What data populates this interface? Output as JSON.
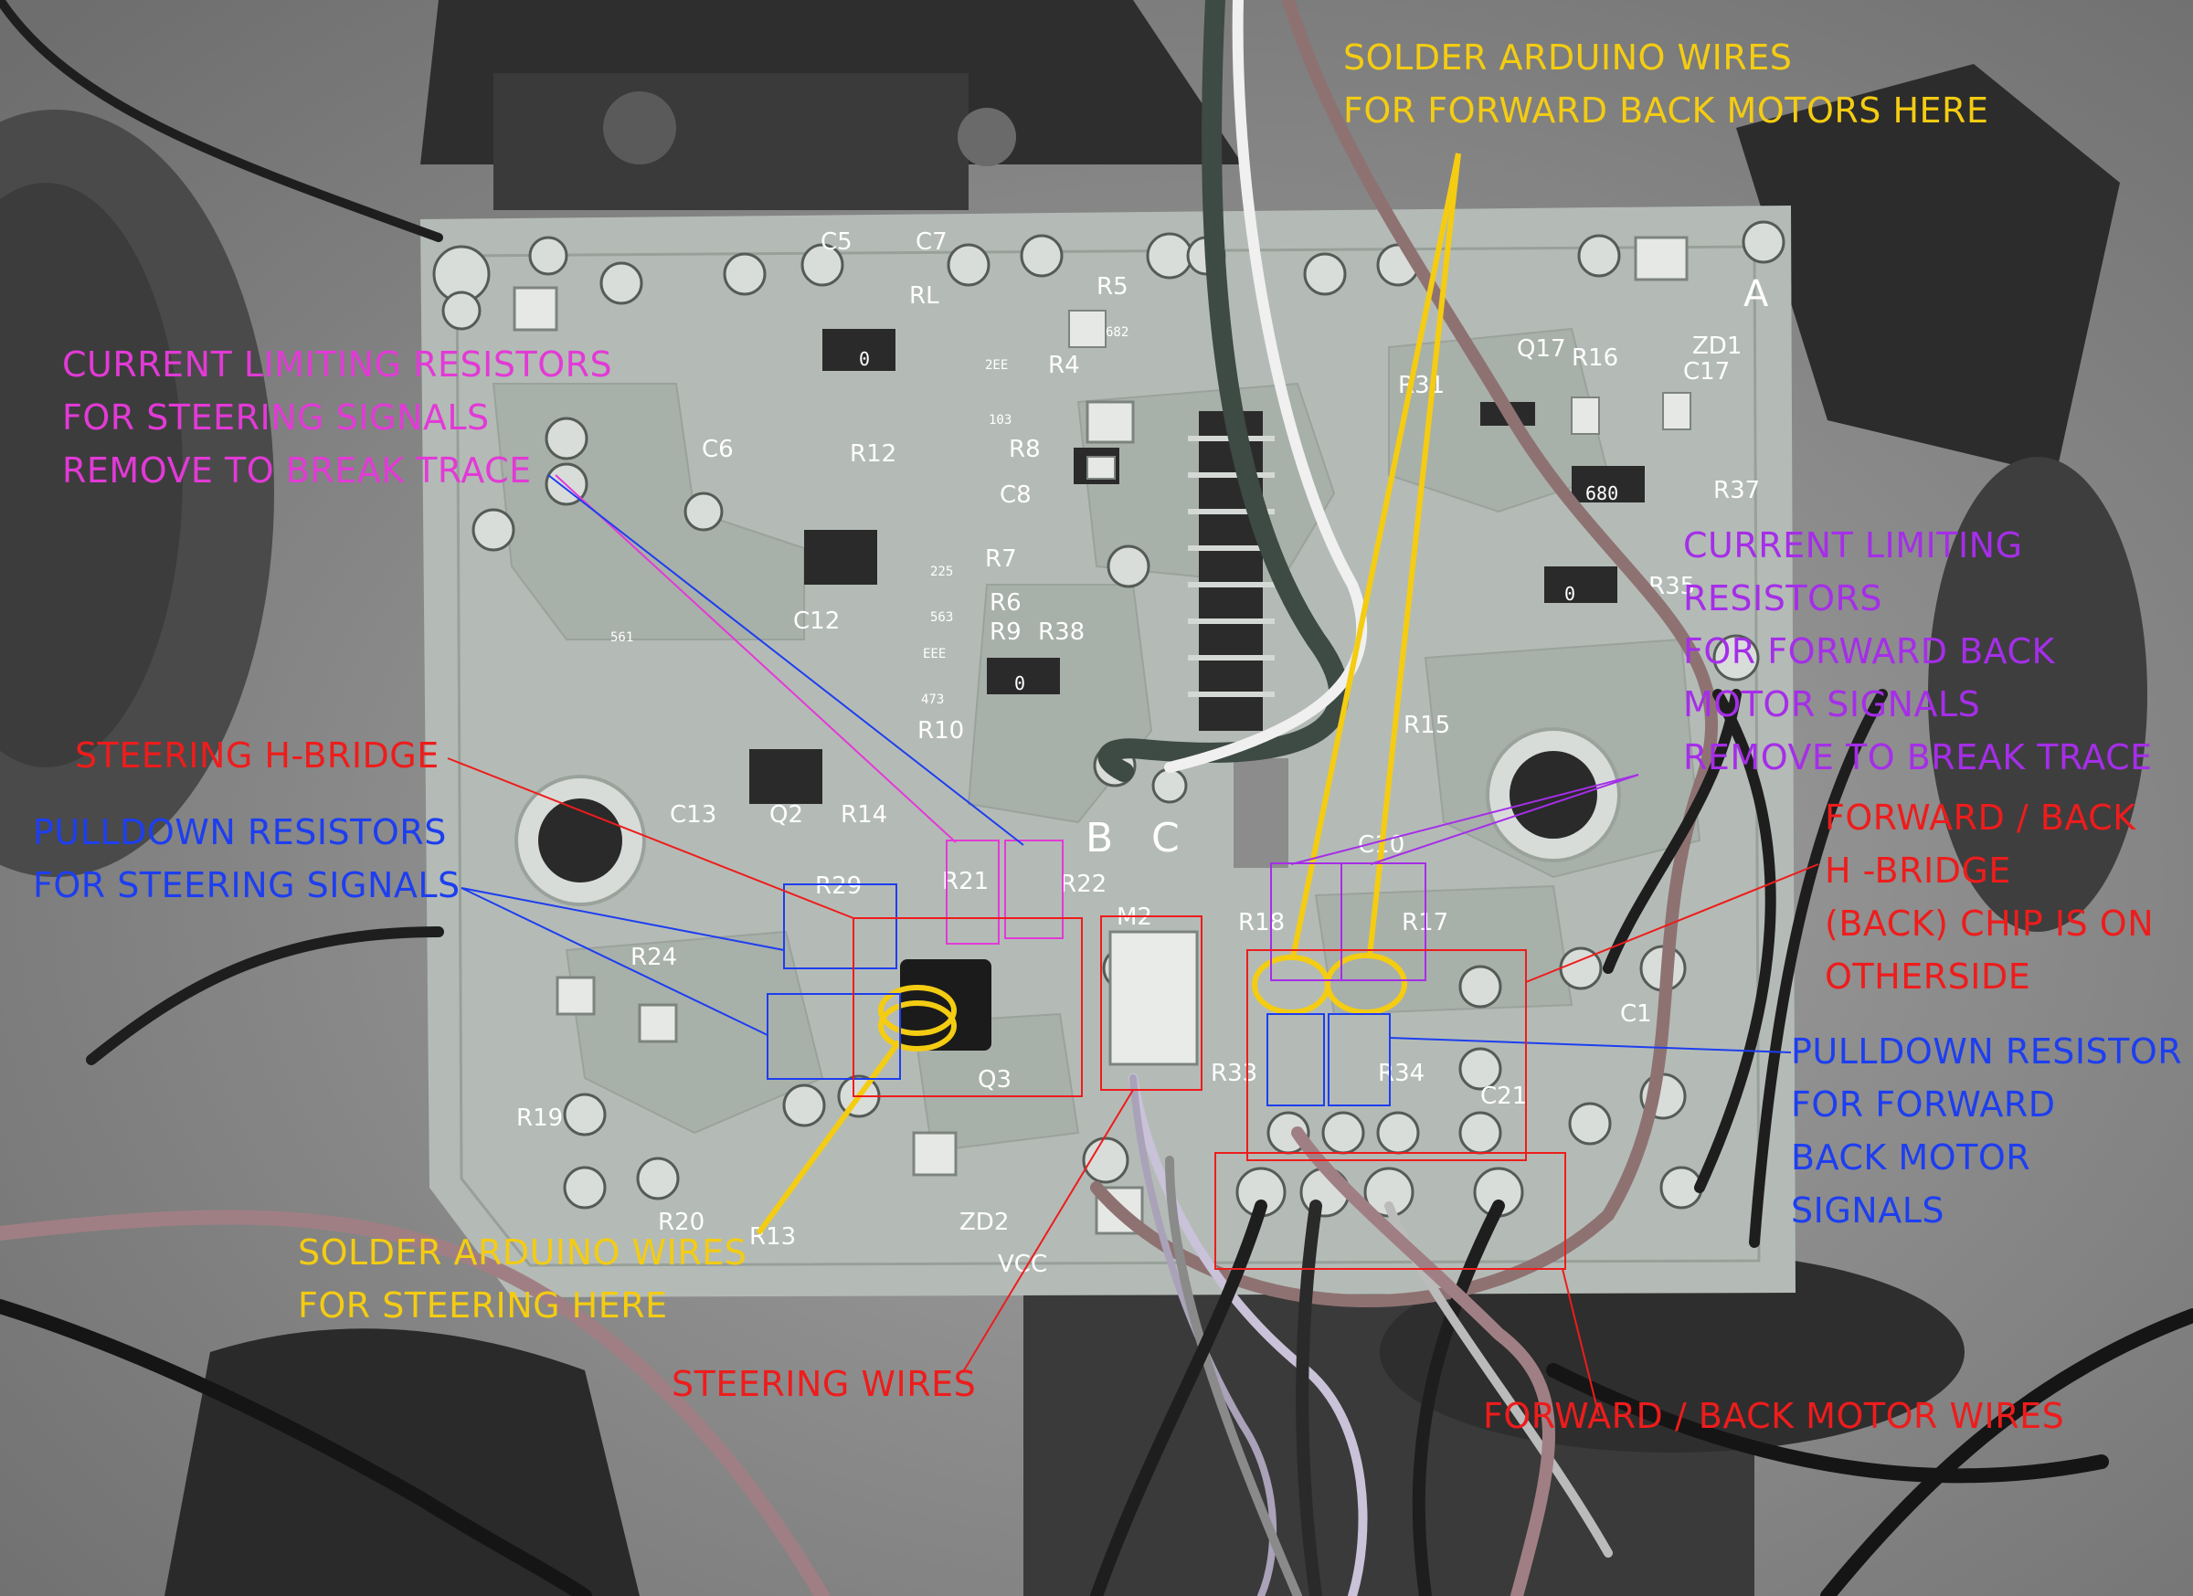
{
  "annotations": {
    "solder_fb": [
      "SOLDER ARDUINO WIRES",
      "FOR FORWARD BACK MOTORS HERE"
    ],
    "current_limit_steer": [
      "CURRENT LIMITING RESISTORS",
      "FOR STEERING SIGNALS",
      "REMOVE TO BREAK TRACE"
    ],
    "current_limit_fb": [
      "CURRENT LIMITING",
      "RESISTORS",
      "FOR FORWARD BACK",
      "MOTOR SIGNALS",
      "REMOVE TO BREAK TRACE"
    ],
    "steering_hbridge": [
      "STEERING H-BRIDGE"
    ],
    "pulldown_steer": [
      "PULLDOWN RESISTORS",
      "FOR STEERING SIGNALS"
    ],
    "fb_hbridge": [
      "FORWARD / BACK",
      "H -BRIDGE",
      "(BACK) CHIP IS ON",
      "OTHERSIDE"
    ],
    "pulldown_fb": [
      "PULLDOWN RESISTOR",
      "FOR FORWARD",
      "BACK MOTOR",
      "SIGNALS"
    ],
    "solder_steer": [
      "SOLDER ARDUINO WIRES",
      "FOR STEERING HERE"
    ],
    "steering_wires": [
      "STEERING WIRES"
    ],
    "fb_motor_wires": [
      "FORWARD / BACK MOTOR WIRES"
    ]
  },
  "board_marks": {
    "silk": [
      "C5",
      "C7",
      "RL",
      "R5",
      "R4",
      "R12",
      "R8",
      "C8",
      "C6",
      "R7",
      "R6",
      "R9",
      "R38",
      "C12",
      "R10",
      "C13",
      "Q2",
      "R14",
      "R21",
      "R22",
      "R29",
      "R24",
      "R19",
      "R20",
      "R13",
      "ZD2",
      "VCC",
      "M2",
      "Q3",
      "R18",
      "R17",
      "R33",
      "R34",
      "C1",
      "C21",
      "Q17",
      "R16",
      "ZD1",
      "C17",
      "R31",
      "R37",
      "R35",
      "R15",
      "C10",
      "A",
      "B",
      "C"
    ],
    "smd": [
      "682",
      "2EE",
      "103",
      "561",
      "225",
      "563",
      "EEE",
      "473",
      "680",
      "0",
      "0",
      "0"
    ]
  },
  "colors": {
    "yellow": "#f4cc12",
    "magenta": "#e23ad6",
    "purple": "#a52ee8",
    "red": "#ee1c1c",
    "blue": "#1d3ef0",
    "pcb": "#b4bbb6"
  }
}
